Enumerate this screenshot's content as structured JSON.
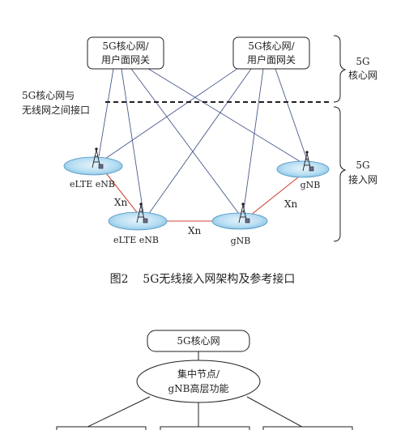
{
  "fig2": {
    "core_nodes": [
      {
        "line1": "5G核心网/",
        "line2": "用户面网关"
      },
      {
        "line1": "5G核心网/",
        "line2": "用户面网关"
      }
    ],
    "interface_label": {
      "line1": "5G核心网与",
      "line2": "无线网之间接口"
    },
    "brace_core": {
      "line1": "5G",
      "line2": "核心网"
    },
    "brace_ran": {
      "line1": "5G",
      "line2": "接入网"
    },
    "stations": [
      {
        "label": "eLTE eNB"
      },
      {
        "label": "gNB"
      },
      {
        "label": "eLTE eNB"
      },
      {
        "label": "gNB"
      }
    ],
    "xn_labels": [
      "Xn",
      "Xn",
      "Xn"
    ],
    "caption": "图2    5G无线接入网架构及参考接口",
    "colors": {
      "blue_line": "#4a5a8c",
      "red_line": "#d0463c",
      "ellipse_fill": "#a9d6ef",
      "dashed": "#231f20"
    }
  },
  "fig3": {
    "top_box": "5G核心网",
    "cu": {
      "line1": "集中节点/",
      "line2": "gNB高层功能"
    }
  }
}
